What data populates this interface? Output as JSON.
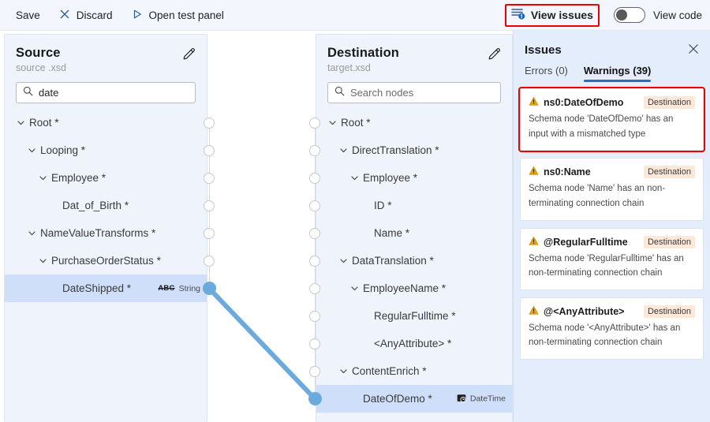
{
  "toolbar": {
    "save_label": "Save",
    "discard_label": "Discard",
    "discard_icon": "close-x-icon",
    "open_test_panel_label": "Open test panel",
    "open_test_panel_icon": "play-triangle-icon",
    "view_issues_label": "View issues",
    "view_issues_icon": "issues-list-icon",
    "view_code_label": "View code",
    "view_code_toggle_state": "off",
    "highlight_color": "#ef0000"
  },
  "source_panel": {
    "title": "Source",
    "subtitle": "source .xsd",
    "edit_icon": "pencil-icon",
    "search": {
      "icon": "search-icon",
      "value": "date",
      "placeholder": ""
    },
    "nodes": [
      {
        "label": "Root *",
        "depth": 0,
        "expandable": true,
        "selected": false,
        "type": ""
      },
      {
        "label": "Looping *",
        "depth": 1,
        "expandable": true,
        "selected": false,
        "type": ""
      },
      {
        "label": "Employee *",
        "depth": 2,
        "expandable": true,
        "selected": false,
        "type": ""
      },
      {
        "label": "Dat_of_Birth *",
        "depth": 3,
        "expandable": false,
        "selected": false,
        "type": ""
      },
      {
        "label": "NameValueTransforms *",
        "depth": 1,
        "expandable": true,
        "selected": false,
        "type": ""
      },
      {
        "label": "PurchaseOrderStatus *",
        "depth": 2,
        "expandable": true,
        "selected": false,
        "type": ""
      },
      {
        "label": "DateShipped *",
        "depth": 3,
        "expandable": false,
        "selected": true,
        "type": "String",
        "type_icon": "abc-string-icon"
      }
    ]
  },
  "destination_panel": {
    "title": "Destination",
    "subtitle": "target.xsd",
    "edit_icon": "pencil-icon",
    "search": {
      "icon": "search-icon",
      "value": "",
      "placeholder": "Search nodes"
    },
    "nodes": [
      {
        "label": "Root *",
        "depth": 0,
        "expandable": true,
        "selected": false,
        "type": ""
      },
      {
        "label": "DirectTranslation *",
        "depth": 1,
        "expandable": true,
        "selected": false,
        "type": ""
      },
      {
        "label": "Employee *",
        "depth": 2,
        "expandable": true,
        "selected": false,
        "type": ""
      },
      {
        "label": "ID *",
        "depth": 3,
        "expandable": false,
        "selected": false,
        "type": ""
      },
      {
        "label": "Name *",
        "depth": 3,
        "expandable": false,
        "selected": false,
        "type": ""
      },
      {
        "label": "DataTranslation *",
        "depth": 1,
        "expandable": true,
        "selected": false,
        "type": ""
      },
      {
        "label": "EmployeeName *",
        "depth": 2,
        "expandable": true,
        "selected": false,
        "type": ""
      },
      {
        "label": "RegularFulltime *",
        "depth": 3,
        "expandable": false,
        "selected": false,
        "type": ""
      },
      {
        "label": "<AnyAttribute> *",
        "depth": 3,
        "expandable": false,
        "selected": false,
        "type": ""
      },
      {
        "label": "ContentEnrich *",
        "depth": 1,
        "expandable": true,
        "selected": false,
        "type": ""
      },
      {
        "label": "DateOfDemo *",
        "depth": 2,
        "expandable": false,
        "selected": true,
        "type": "DateTime",
        "type_icon": "datetime-calendar-clock-icon"
      }
    ]
  },
  "connection": {
    "from_node": "DateShipped *",
    "to_node": "DateOfDemo *",
    "color": "#6aaadd"
  },
  "issues_panel": {
    "title": "Issues",
    "close_icon": "close-icon",
    "tabs": [
      {
        "label": "Errors (0)",
        "active": false
      },
      {
        "label": "Warnings (39)",
        "active": true
      }
    ],
    "items": [
      {
        "icon": "warning-triangle-icon",
        "name": "ns0:DateOfDemo",
        "scope": "Destination",
        "description": "Schema node 'DateOfDemo' has an input with a mismatched type",
        "highlighted": true
      },
      {
        "icon": "warning-triangle-icon",
        "name": "ns0:Name",
        "scope": "Destination",
        "description": "Schema node 'Name' has an non-terminating connection chain",
        "highlighted": false
      },
      {
        "icon": "warning-triangle-icon",
        "name": "@RegularFulltime",
        "scope": "Destination",
        "description": "Schema node 'RegularFulltime' has an non-terminating connection chain",
        "highlighted": false
      },
      {
        "icon": "warning-triangle-icon",
        "name": "@<AnyAttribute>",
        "scope": "Destination",
        "description": "Schema node '<AnyAttribute>' has an non-terminating connection chain",
        "highlighted": false
      }
    ]
  }
}
